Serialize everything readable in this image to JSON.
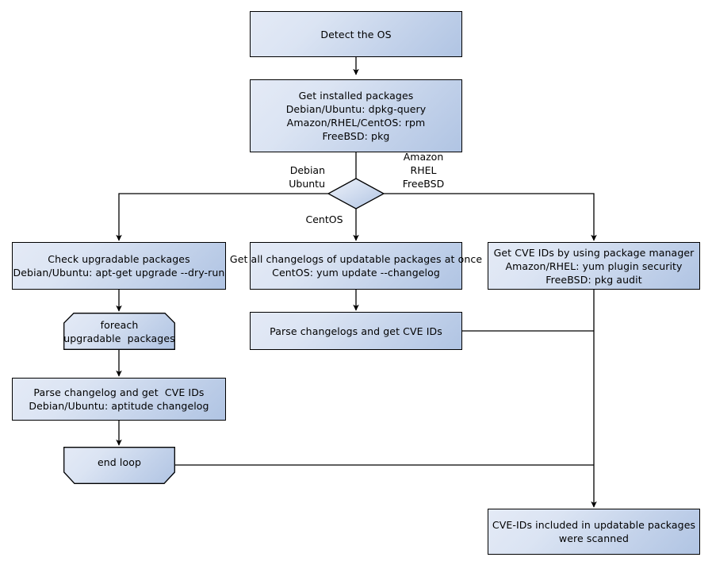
{
  "diagram": {
    "title": "Vulnerability scan flow by OS",
    "type": "flowchart",
    "background": "#ffffff",
    "node_fill_light": "#e4eaf6",
    "node_fill_dark": "#b0c4e3",
    "stroke": "#000000"
  },
  "nodes": {
    "detect_os": {
      "shape": "process",
      "text": "Detect the OS"
    },
    "get_installed_packages": {
      "shape": "process",
      "text": "Get installed packages\nDebian/Ubuntu: dpkg-query\nAmazon/RHEL/CentOS: rpm\nFreeBSD: pkg"
    },
    "os_decision": {
      "shape": "diamond",
      "text": ""
    },
    "check_upgradable": {
      "shape": "process",
      "text": "Check upgradable packages\nDebian/Ubuntu: apt-get upgrade --dry-run"
    },
    "get_all_changelogs": {
      "shape": "process",
      "text": "Get all changelogs of updatable packages at once\nCentOS: yum update --changelog"
    },
    "get_cve_ids_pkgmgr": {
      "shape": "process",
      "text": "Get CVE IDs by using package manager\nAmazon/RHEL: yum plugin security\nFreeBSD: pkg audit"
    },
    "foreach_loop": {
      "shape": "loop-start",
      "text": "foreach\nupgradable  packages"
    },
    "parse_changelogs_center": {
      "shape": "process",
      "text": "Parse changelogs and get CVE IDs"
    },
    "parse_changelog_left": {
      "shape": "process",
      "text": "Parse changelog and get  CVE IDs\nDebian/Ubuntu: aptitude changelog"
    },
    "end_loop": {
      "shape": "loop-end",
      "text": "end loop"
    },
    "scanned_result": {
      "shape": "process",
      "text": "CVE-IDs included in updatable packages\nwere scanned"
    }
  },
  "edge_labels": {
    "debian_ubuntu": "Debian\nUbuntu",
    "amazon_rhel_freebsd": "Amazon\nRHEL\nFreeBSD",
    "centos": "CentOS"
  }
}
